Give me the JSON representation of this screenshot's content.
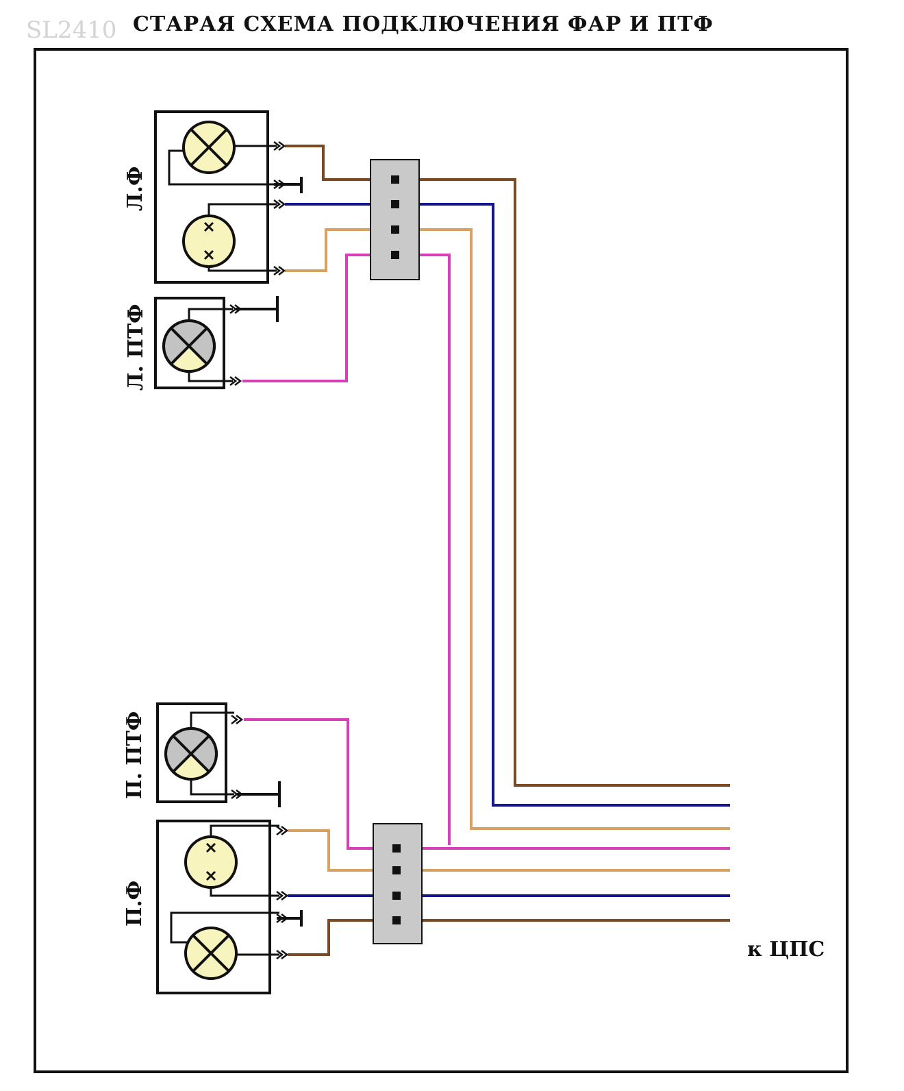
{
  "header": {
    "watermark": "SL2410",
    "title": "СТАРАЯ СХЕМА ПОДКЛЮЧЕНИЯ ФАР И ПТФ"
  },
  "labels": {
    "left_headlight": "Л.Ф",
    "left_fog": "Л. ПТФ",
    "right_fog": "П. ПТФ",
    "right_headlight": "П.Ф",
    "to_ecu": "к ЦПС"
  },
  "colors": {
    "brown": "#7a4a24",
    "blue": "#16168c",
    "tan": "#d9a160",
    "magenta": "#d63fb5",
    "lamp_yellow": "#f8f4bd",
    "lamp_grey": "#c3c3c3",
    "connector_grey": "#c9c9c9"
  }
}
